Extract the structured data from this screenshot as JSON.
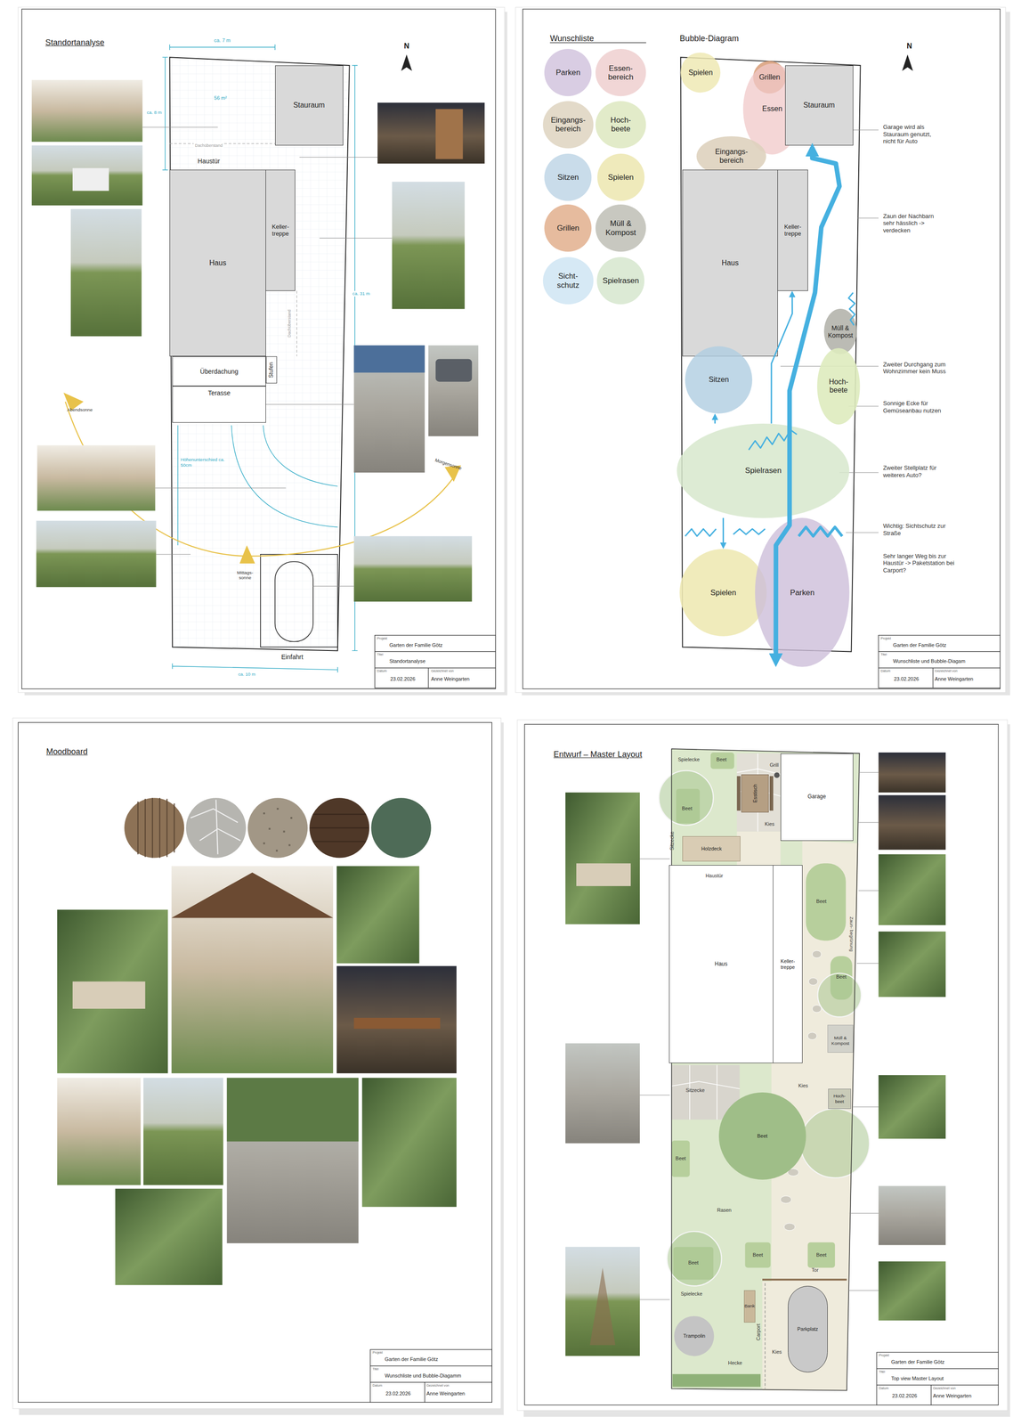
{
  "diagram": {
    "nodes": [
      {
        "text": [
          "Stauraum"
        ]
      },
      {
        "text": [
          "Haus"
        ]
      },
      {
        "text": [
          "Keller- treppe"
        ]
      },
      {
        "text": [
          "Überdachung"
        ]
      },
      {
        "text": [
          "Terasse"
        ]
      },
      {
        "text": [
          "Stufen"
        ]
      },
      {
        "text": [
          "Parken"
        ]
      },
      {
        "text": [
          "Essen- bereich"
        ]
      },
      {
        "text": [
          "Eingangs- bereich"
        ]
      },
      {
        "text": [
          "Hoch- beete"
        ]
      },
      {
        "text": [
          "Sitzen"
        ]
      },
      {
        "text": [
          "Spielen"
        ]
      },
      {
        "text": [
          "Grillen"
        ]
      },
      {
        "text": [
          "Müll & Kompost"
        ]
      },
      {
        "text": [
          "Sicht- schutz"
        ]
      },
      {
        "text": [
          "Spielrasen"
        ]
      },
      {
        "text": [
          "Spielen"
        ]
      },
      {
        "text": [
          "Grillen"
        ]
      },
      {
        "text": [
          "Essen"
        ]
      },
      {
        "text": [
          "Stauraum"
        ]
      },
      {
        "text": [
          "Eingangs- bereich"
        ]
      },
      {
        "text": [
          "Haus"
        ]
      },
      {
        "text": [
          "Keller- treppe"
        ]
      },
      {
        "text": [
          "Müll & Kompost"
        ]
      },
      {
        "text": [
          "Sitzen"
        ]
      },
      {
        "text": [
          "Hoch- beete"
        ]
      },
      {
        "text": [
          "Spielrasen"
        ]
      },
      {
        "text": [
          "Spielen"
        ]
      },
      {
        "text": [
          "Parken"
        ]
      },
      {
        "text": [
          "Garage"
        ]
      },
      {
        "text": [
          "Haus"
        ]
      },
      {
        "text": [
          "Keller- treppe"
        ]
      },
      {
        "text": [
          "Esstisch"
        ]
      },
      {
        "text": [
          "Holzdeck"
        ]
      },
      {
        "text": [
          "Hoch- beet"
        ]
      },
      {
        "text": [
          "Beet"
        ]
      },
      {
        "text": [
          "Trampolin"
        ]
      },
      {
        "text": [
          "Parkplatz"
        ]
      }
    ],
    "edges": [
      {
        "from": 28,
        "to": 19,
        "arrow": "both"
      },
      {
        "from": 26,
        "to": 27,
        "arrow": "to"
      },
      {
        "from": 26,
        "to": 24,
        "arrow": "to"
      },
      {
        "from": 26,
        "to": 22,
        "arrow": "to"
      }
    ],
    "labels": [
      "Standortanalyse",
      "ca. 7 m",
      "N",
      "56 m²",
      "ca. 8 m",
      "Dachüberstand",
      "Haustür",
      "Dachüberstand",
      "ca. 31 m",
      "Abendsonne",
      "Höhenunterschied ca. 50cm",
      "Morgensonne",
      "Mittags- sonne",
      "Einfahrt",
      "ca. 10 m",
      "Projekt",
      "Garten der Familie Götz",
      "Titel",
      "Standortanalyse",
      "Datum",
      "23.02.2026",
      "Gezeichnet von",
      "Anne Weingarten",
      "Wunschliste",
      "Bubble-Diagram",
      "N",
      "Garage wird als Stauraum genutzt, nicht für Auto",
      "Zaun der Nachbarn sehr hässlich -> verdecken",
      "Zweiter Durchgang zum Wohnzimmer kein Muss",
      "Sonnige Ecke für Gemüseanbau nutzen",
      "Zweiter Stellplatz für weiteres Auto?",
      "Wichtig: Sichtschutz zur Straße",
      "Sehr langer Weg bis zur Haustür -> Paketstation bei Carport?",
      "Projekt",
      "Garten der Familie Götz",
      "Titel",
      "Wunschliste und Bubble-Diagam",
      "Datum",
      "23.02.2026",
      "Gezeichnet von",
      "Anne Weingarten",
      "Moodboard",
      "Projekt",
      "Garten der Familie Götz",
      "Titel",
      "Wunschliste und Bubble-Diagamm",
      "Datum",
      "23.02.2026",
      "Gezeichnet von",
      "Anne Weingarten",
      "Entwurf – Master Layout",
      "Spielecke",
      "Beet",
      "Grill",
      "Beet",
      "Sitzecke",
      "Kies",
      "Haustür",
      "Beet",
      "Zaun- begrünung",
      "Beet",
      "Müll & Kompost",
      "Sitzecke",
      "Kies",
      "Beet",
      "Rasen",
      "Beet",
      "Beet",
      "Beet",
      "Tor",
      "Spielecke",
      "Bank",
      "Carport",
      "Kies",
      "Hecke",
      "Projekt",
      "Garten der Familie Götz",
      "Titel",
      "Top view Master Layout",
      "Datum",
      "23.02.2026",
      "Gezeichnet von",
      "Anne Weingarten"
    ]
  }
}
